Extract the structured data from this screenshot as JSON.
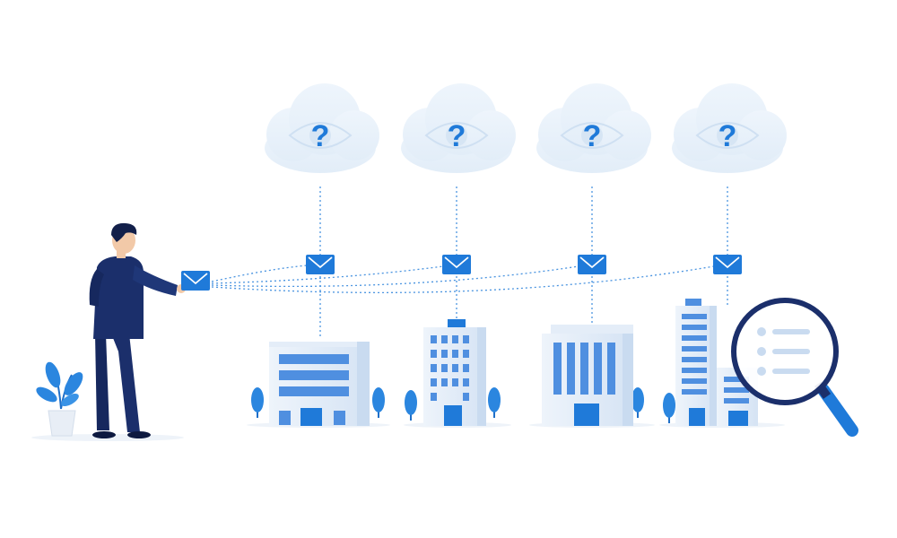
{
  "scene": {
    "unknown_mark": "?",
    "cloud_count": 4,
    "envelope_count": 5,
    "building_count": 4,
    "icons": [
      "cloud-icon",
      "eye-icon",
      "question-mark-icon",
      "envelope-icon",
      "building-icon",
      "tree-icon",
      "potted-plant-icon",
      "magnifying-glass-icon",
      "list-icon",
      "businessman-figure"
    ],
    "colors": {
      "background": "#ffffff",
      "cloud": "#e9f2fb",
      "accent_blue": "#1f7ad9",
      "dark_navy": "#1b2f6b",
      "building_light": "#dde9f7",
      "building_window": "#4f8fe0",
      "tree": "#2b86df",
      "connector": "#4a94e0"
    }
  }
}
